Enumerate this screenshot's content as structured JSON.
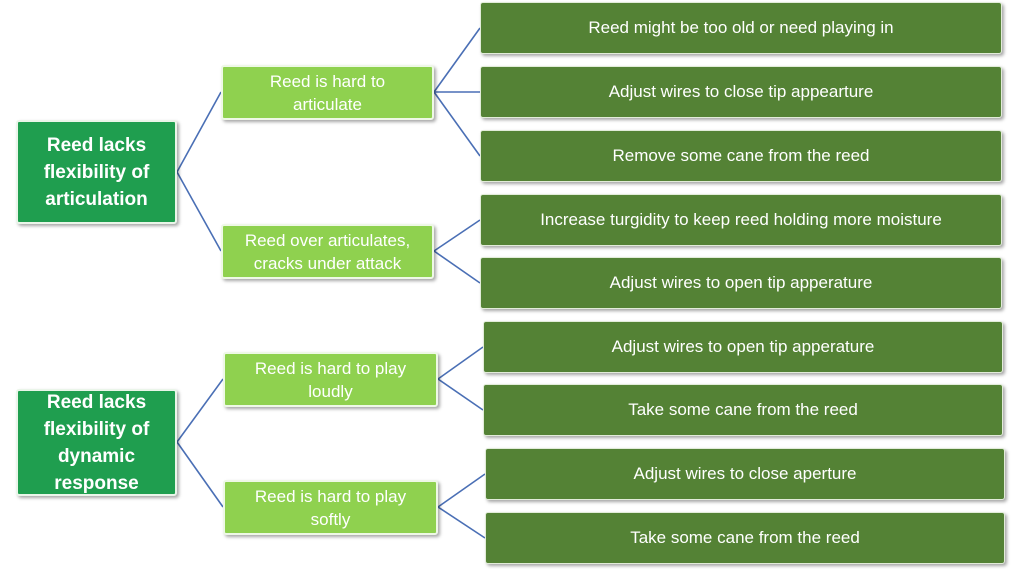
{
  "colors": {
    "root_fill": "#1f9e4f",
    "mid_fill": "#8fd14f",
    "leaf_fill": "#548235",
    "connector": "#4a6fb5",
    "text": "#ffffff"
  },
  "tree": [
    {
      "label": "Reed lacks\nflexibility of\narticulation",
      "children": [
        {
          "label": "Reed is hard to\narticulate",
          "children": [
            "Reed might be too old or need playing in",
            "Adjust wires to close tip appearture",
            "Remove some cane from the reed"
          ]
        },
        {
          "label": "Reed over articulates,\ncracks under attack",
          "children": [
            "Increase turgidity to keep reed holding more moisture",
            "Adjust wires to open tip apperature"
          ]
        }
      ]
    },
    {
      "label": "Reed lacks\nflexibility of\ndynamic\nresponse",
      "children": [
        {
          "label": "Reed is hard to play\nloudly",
          "children": [
            "Adjust wires to open tip apperature",
            "Take some cane from the reed"
          ]
        },
        {
          "label": "Reed is hard to play\nsoftly",
          "children": [
            "Adjust wires to close aperture",
            "Take some cane from the reed"
          ]
        }
      ]
    }
  ]
}
